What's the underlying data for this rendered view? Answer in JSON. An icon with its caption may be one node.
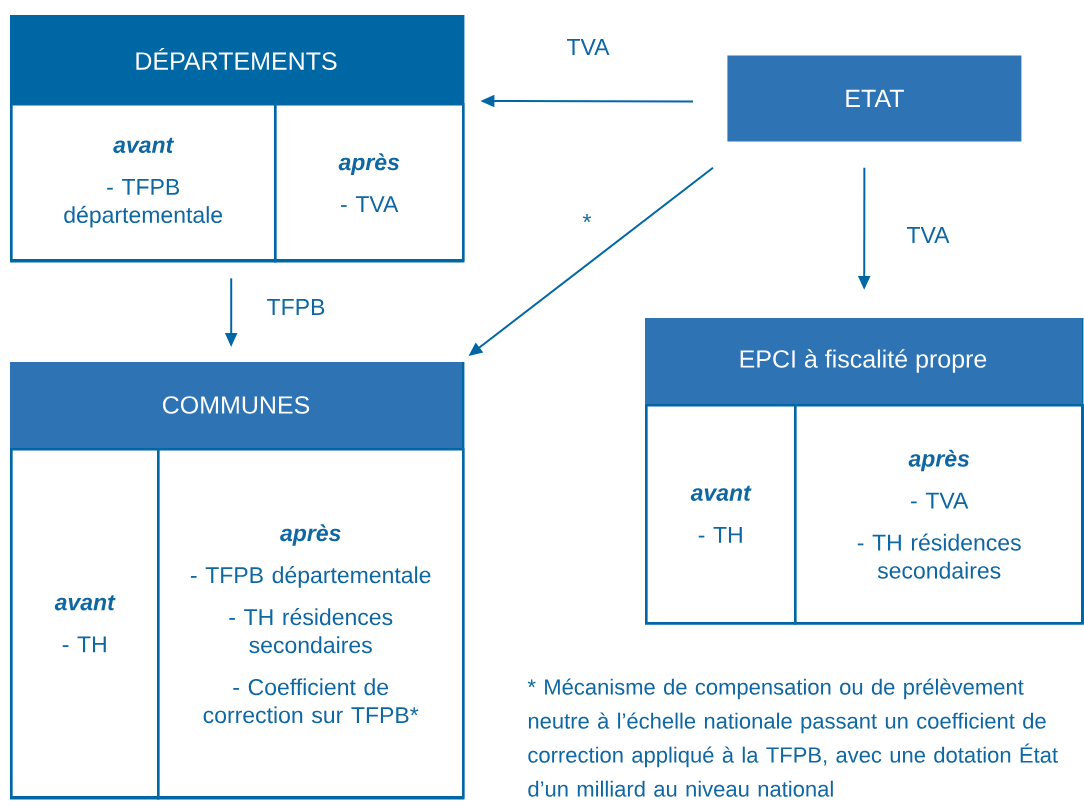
{
  "diagram": {
    "nodes": [
      {
        "text": [
          "DÉPARTEMENTS"
        ]
      },
      {
        "text": [
          "avant",
          "- TFPB départementale"
        ],
        "in": 0
      },
      {
        "text": [
          "après",
          "- TVA"
        ],
        "in": 0
      },
      {
        "text": [
          "ETAT"
        ]
      },
      {
        "text": [
          "COMMUNES"
        ]
      },
      {
        "text": [
          "avant",
          "- TH"
        ],
        "in": 4
      },
      {
        "text": [
          "après",
          "- TFPB départementale",
          "- TH résidences secondaires",
          "- Coefficient de correction sur TFPB*"
        ],
        "in": 4
      },
      {
        "text": [
          "EPCI à fiscalité propre"
        ]
      },
      {
        "text": [
          "avant",
          "- TH"
        ],
        "in": 7
      },
      {
        "text": [
          "après",
          "- TVA",
          "- TH résidences secondaires"
        ],
        "in": 7
      }
    ],
    "edges": [
      {
        "from": 3,
        "to": 0,
        "label": "TVA",
        "arrow": "to"
      },
      {
        "from": 3,
        "to": 4,
        "label": "*",
        "arrow": "to"
      },
      {
        "from": 0,
        "to": 4,
        "label": "TFPB",
        "arrow": "to"
      },
      {
        "from": 3,
        "to": 7,
        "label": "TVA",
        "arrow": "to"
      }
    ],
    "labels": [
      "* Mécanisme de compensation ou de prélèvement neutre à l’échelle nationale passant un coefficient de correction appliqué à la TFPB, avec une dotation État d’un milliard au niveau national"
    ]
  }
}
